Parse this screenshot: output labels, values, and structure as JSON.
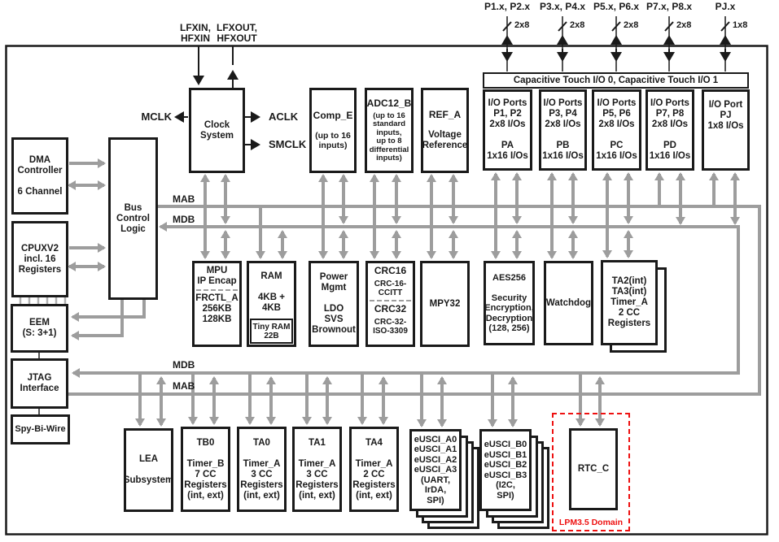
{
  "colors": {
    "wire_gray": "#9d9d9d",
    "line_black": "#1a1a1a",
    "domain_red": "#ee1111",
    "box_fill": "#ffffff"
  },
  "external": {
    "crystal_in": "LFXIN,\nHFXIN",
    "crystal_out": "LFXOUT,\nHFXOUT",
    "port_groups": [
      {
        "label": "P1.x, P2.x",
        "width": "2x8"
      },
      {
        "label": "P3.x, P4.x",
        "width": "2x8"
      },
      {
        "label": "P5.x, P6.x",
        "width": "2x8"
      },
      {
        "label": "P7.x, P8.x",
        "width": "2x8"
      },
      {
        "label": "PJ.x",
        "width": "1x8"
      }
    ]
  },
  "clock_signals": {
    "mclk": "MCLK",
    "aclk": "ACLK",
    "smclk": "SMCLK"
  },
  "bus_labels": {
    "mab_upper": "MAB",
    "mdb_upper": "MDB",
    "mdb_lower": "MDB",
    "mab_lower": "MAB"
  },
  "cap_touch": "Capacitive Touch I/O 0, Capacitive Touch I/O 1",
  "blocks": {
    "clock": "Clock\nSystem",
    "comp_e": {
      "title": "Comp_E",
      "sub": "(up to 16\ninputs)"
    },
    "adc": {
      "title": "ADC12_B",
      "sub": "(up to 16\nstandard\ninputs,\nup to 8\ndifferential\ninputs)"
    },
    "ref_a": {
      "title": "REF_A",
      "sub": "Voltage\nReference"
    },
    "io_ports": [
      "I/O Ports\nP1, P2\n2x8 I/Os\n\nPA\n1x16 I/Os",
      "I/O Ports\nP3, P4\n2x8 I/Os\n\nPB\n1x16 I/Os",
      "I/O Ports\nP5, P6\n2x8 I/Os\n\nPC\n1x16 I/Os",
      "I/O Ports\nP7, P8\n2x8 I/Os\n\nPD\n1x16 I/Os",
      "I/O Port\nPJ\n1x8 I/Os"
    ],
    "dma": "DMA\nController\n\n6 Channel",
    "bus_control": "Bus\nControl\nLogic",
    "cpu": "CPUXV2\nincl. 16\nRegisters",
    "eem": "EEM\n(S: 3+1)",
    "jtag": "JTAG\nInterface",
    "spy_bi_wire": "Spy-Bi-Wire",
    "mpu": {
      "top": "MPU\nIP Encap",
      "bottom": "FRCTL_A\n256KB\n128KB"
    },
    "ram": {
      "top": "RAM\n\n4KB + 4KB",
      "tiny": "Tiny RAM\n22B"
    },
    "power": "Power\nMgmt\n\nLDO\nSVS\nBrownout",
    "crc": {
      "top_title": "CRC16",
      "top_sub": "CRC-16-\nCCITT",
      "bottom_title": "CRC32",
      "bottom_sub": "CRC-32-\nISO-3309"
    },
    "mpy": "MPY32",
    "aes": "AES256\n\nSecurity\nEncryption,\nDecryption\n(128, 256)",
    "watchdog": "Watchdog",
    "ta23": "TA2(int)\nTA3(int)\nTimer_A\n2 CC\nRegisters",
    "lea": "LEA\n\nSubsystem",
    "tb0": "TB0\n\nTimer_B\n7 CC\nRegisters\n(int, ext)",
    "ta0": "TA0\n\nTimer_A\n3 CC\nRegisters\n(int, ext)",
    "ta1": "TA1\n\nTimer_A\n3 CC\nRegisters\n(int, ext)",
    "ta4": "TA4\n\nTimer_A\n2 CC\nRegisters\n(int, ext)",
    "usci_a": "eUSCI_A0\neUSCI_A1\neUSCI_A2\neUSCI_A3\n(UART,\nIrDA,\nSPI)",
    "usci_b": "eUSCI_B0\neUSCI_B1\neUSCI_B2\neUSCI_B3\n(I2C,\nSPI)",
    "rtc": "RTC_C"
  },
  "domains": {
    "lpm35": "LPM3.5 Domain"
  }
}
